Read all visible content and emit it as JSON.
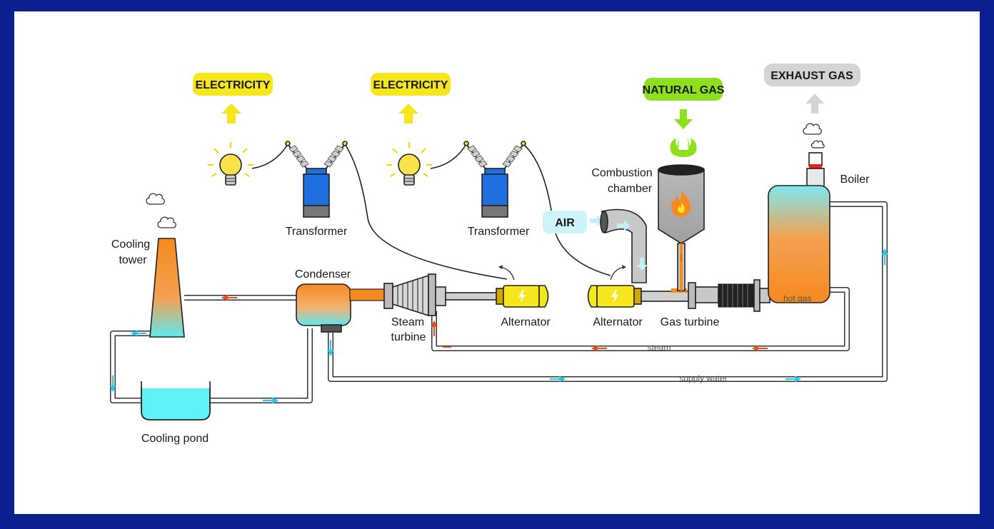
{
  "pills": {
    "electricity_1": "ELECTRICITY",
    "electricity_2": "ELECTRICITY",
    "natural_gas": "NATURAL GAS",
    "exhaust_gas": "EXHAUST GAS",
    "air": "AIR"
  },
  "labels": {
    "transformer_1": "Transformer",
    "transformer_2": "Transformer",
    "combustion_1": "Combustion",
    "combustion_2": "chamber",
    "boiler": "Boiler",
    "cooling_tower_1": "Cooling",
    "cooling_tower_2": "tower",
    "condenser": "Condenser",
    "steam_turbine_1": "Steam",
    "steam_turbine_2": "turbine",
    "alternator_1": "Alternator",
    "alternator_2": "Alternator",
    "gas_turbine": "Gas turbine",
    "cooling_pond": "Cooling pond",
    "steam_pipe": "steam",
    "supply_water": "supply water",
    "hot_gas": "hot gas"
  },
  "colors": {
    "electricity": "#f5e61e",
    "natural_gas": "#8ee01e",
    "exhaust_gas": "#d4d4d4",
    "air": "#cdf4f8",
    "transformer": "#1f6fe0",
    "hot": "#f58a1f",
    "cold": "#5fe8ee",
    "steam_arrow": "#e8501e",
    "water_arrow": "#28c8ee"
  }
}
